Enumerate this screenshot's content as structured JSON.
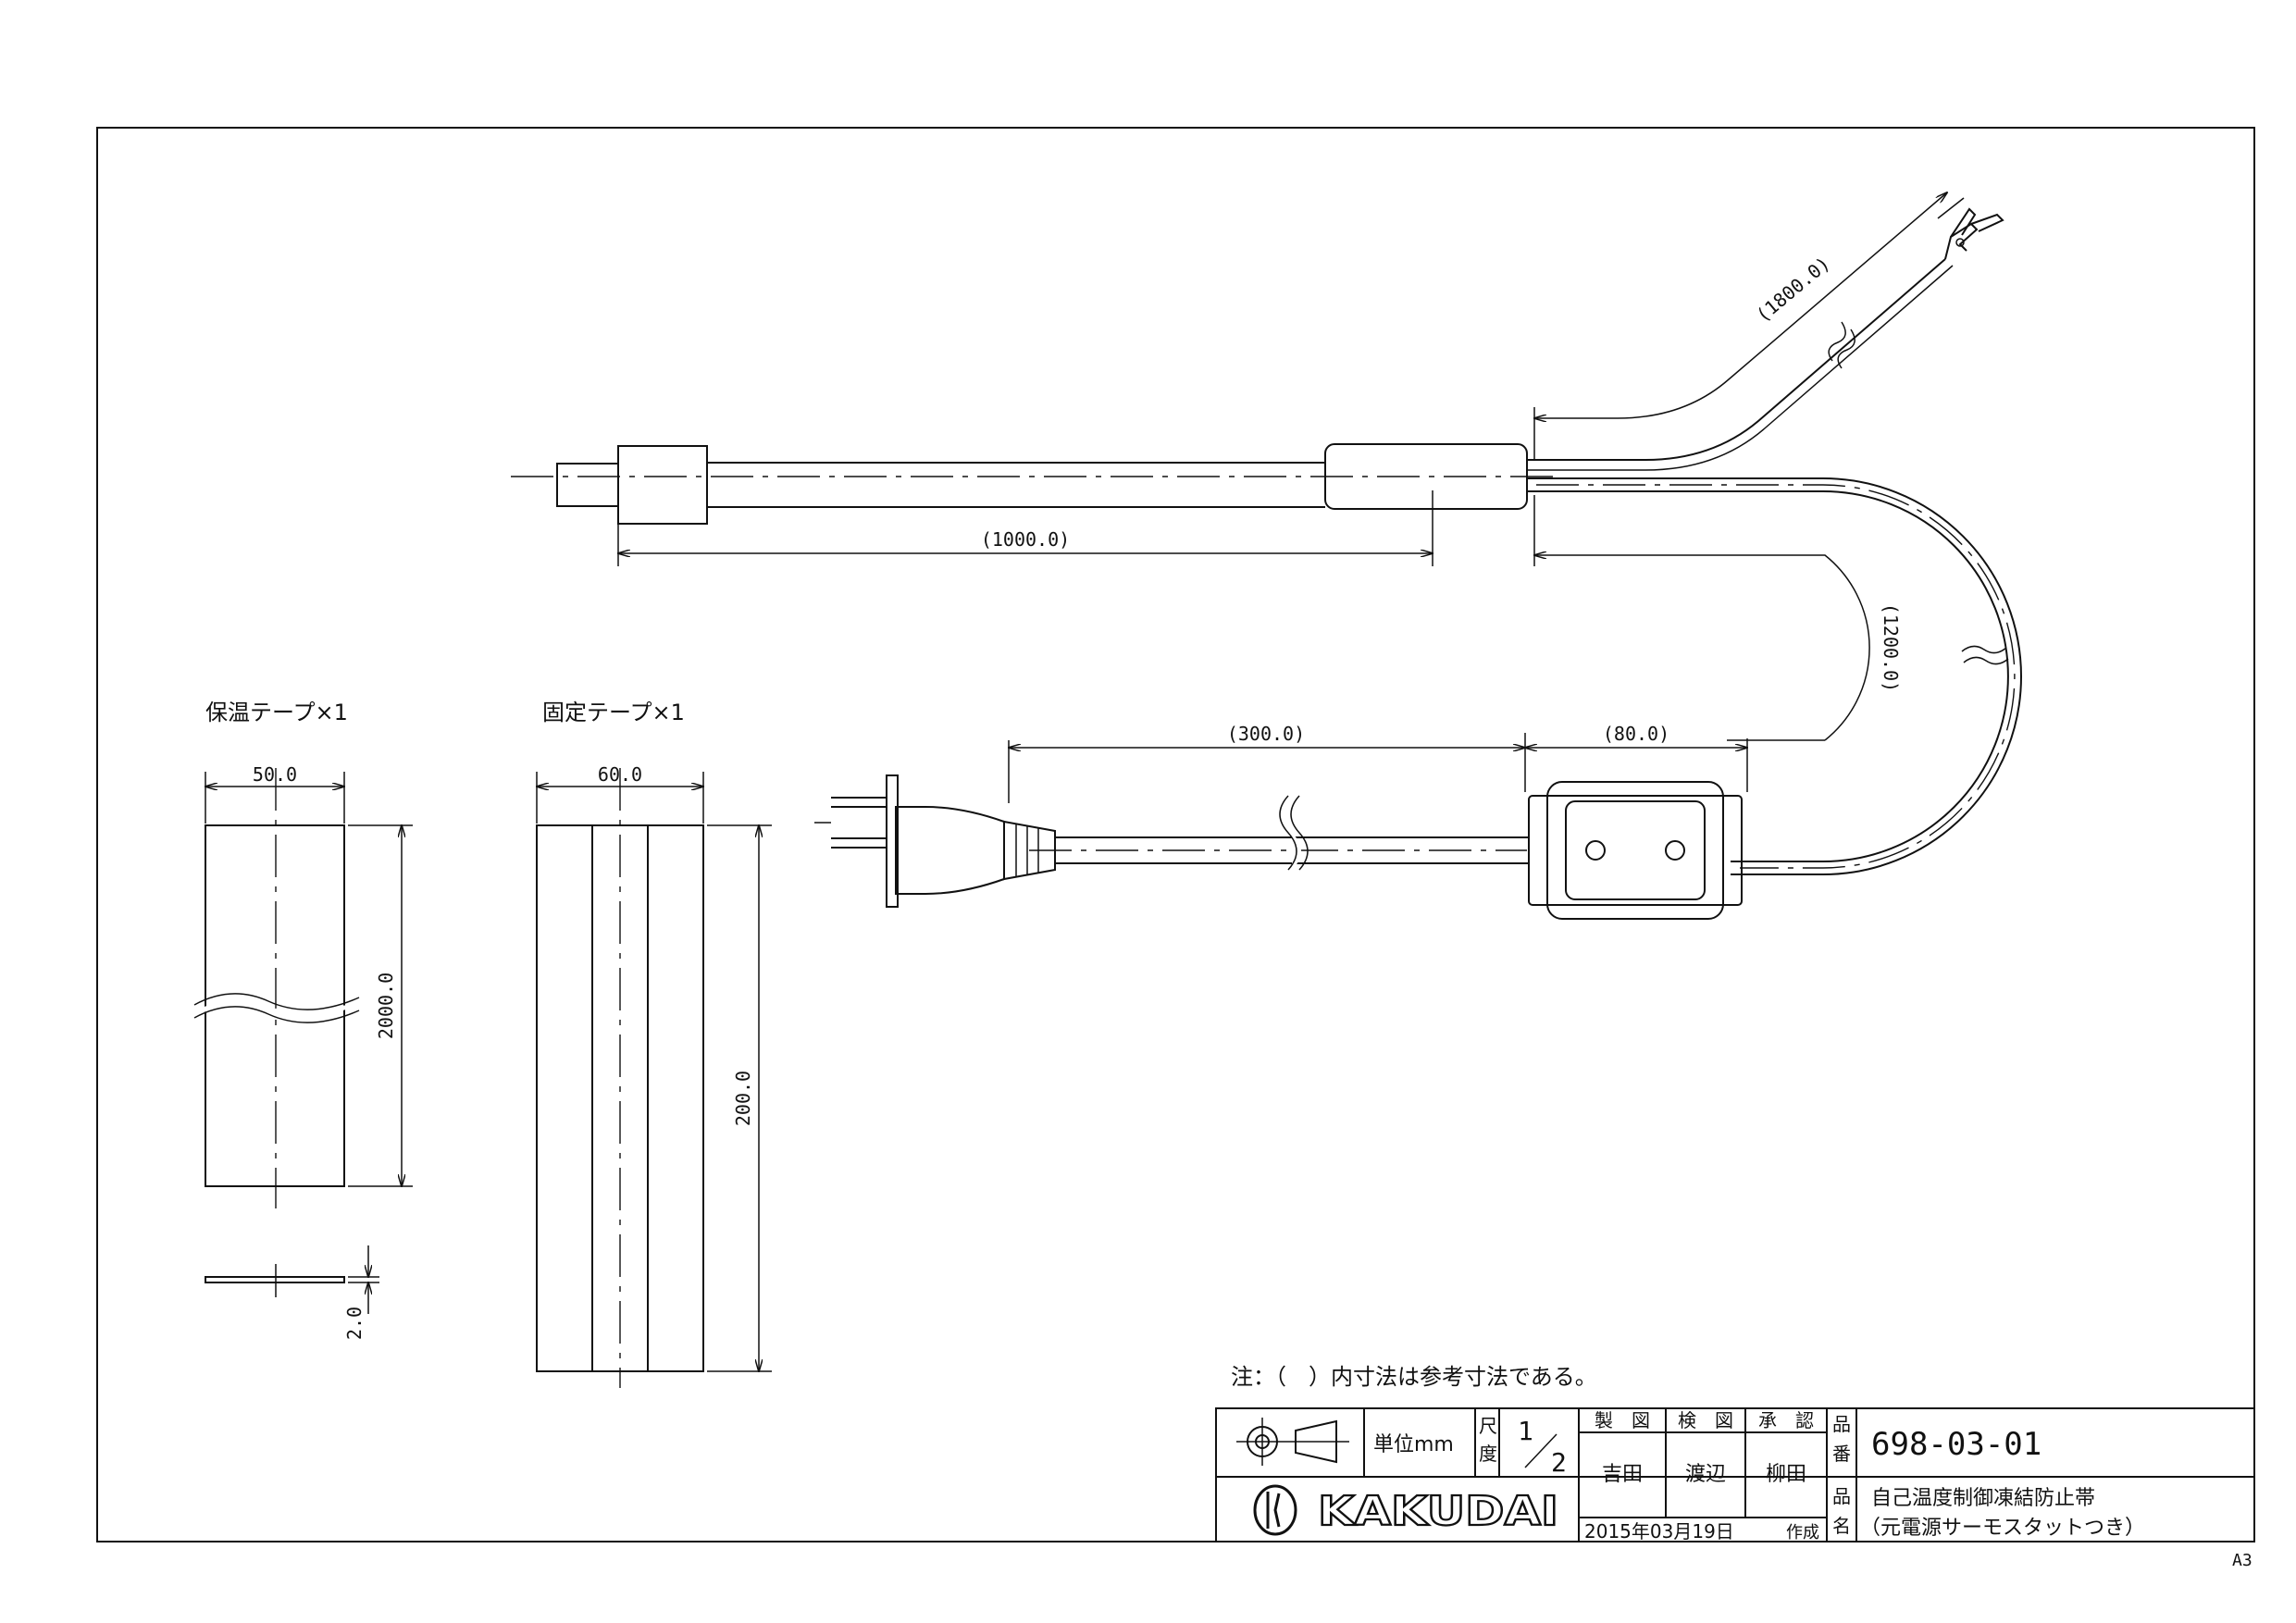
{
  "dimensions": {
    "cable_to_sleeve": "(1000.0)",
    "branch_lead": "(1800.0)",
    "loop_length": "(1200.0)",
    "plug_segment": "(300.0)",
    "thermostat_box": "(80.0)"
  },
  "tapes": {
    "insulation": {
      "label": "保温テープ×1",
      "width": "50.0",
      "length": "2000.0",
      "thickness": "2.0"
    },
    "fixing": {
      "label": "固定テープ×1",
      "width": "60.0",
      "length": "200.0"
    }
  },
  "note": "注：（　）内寸法は参考寸法である。",
  "title_block": {
    "unit": "単位mm",
    "scale_label_1": "尺",
    "scale_label_2": "度",
    "scale_num": "1",
    "scale_den": "2",
    "role_drafted": "製　図",
    "role_checked": "検　図",
    "role_approved": "承　認",
    "name_drafted": "吉田",
    "name_checked": "渡辺",
    "name_approved": "柳田",
    "date": "2015年03月19日",
    "made": "作成",
    "part_no_label_1": "品",
    "part_no_label_2": "番",
    "part_no": "698-03-01",
    "product_name_label_1": "品",
    "product_name_label_2": "名",
    "product_name_1": "自己温度制御凍結防止帯",
    "product_name_2": "（元電源サーモスタットつき）",
    "logo_text": "KAKUDAI"
  },
  "sheet_size": "A3"
}
